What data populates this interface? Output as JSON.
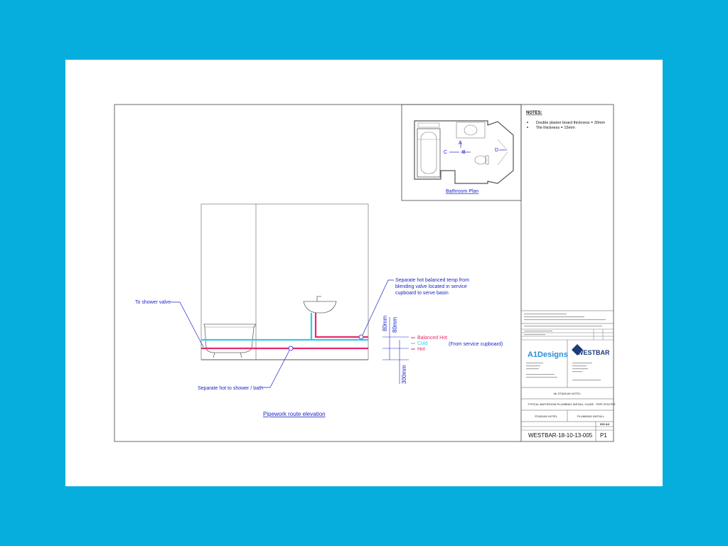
{
  "notes": {
    "heading": "NOTES:",
    "items": [
      "Double plaster board thickness = 30mm",
      "Tile thickness = 15mm"
    ]
  },
  "plan": {
    "title": "Bathroom Plan",
    "markers": [
      "A",
      "B",
      "C",
      "D"
    ]
  },
  "elevation": {
    "title": "Pipework route elevation",
    "callout_shower_valve": "To shower valve",
    "callout_separate_hot_lines": [
      "Separate hot balanced temp from",
      "blending valve located in service",
      "cupboard to serve basin"
    ],
    "callout_shower_bath": "Separate hot to shower / bath",
    "service_cupboard": "(From service cupboard)",
    "dimensions": [
      "80mm",
      "80mm",
      "300mm"
    ],
    "legend": [
      {
        "label": "Balanced Hot",
        "color": "#e8296a"
      },
      {
        "label": "Cold",
        "color": "#35c8e8"
      },
      {
        "label": "Hot",
        "color": "#e8296a"
      }
    ]
  },
  "title_block": {
    "company_a1": "A1Designs",
    "company_westbar": "WESTBAR",
    "client": "Mr STADIUM HOTEL",
    "title": "TYPICAL BATHROOM PLUMBING INSTALL GUIDE - PIPE ROUTES",
    "site": "STADIUM HOTEL",
    "discipline": "PLUMBING INSTALL",
    "sheet_size": "ISO A3",
    "drawing_number": "WESTBAR-18-10-13-005",
    "revision": "P1"
  },
  "colors": {
    "background": "#05aedc",
    "line_blue": "#1c25c8",
    "hot": "#e8296a",
    "cold": "#35c8e8"
  }
}
